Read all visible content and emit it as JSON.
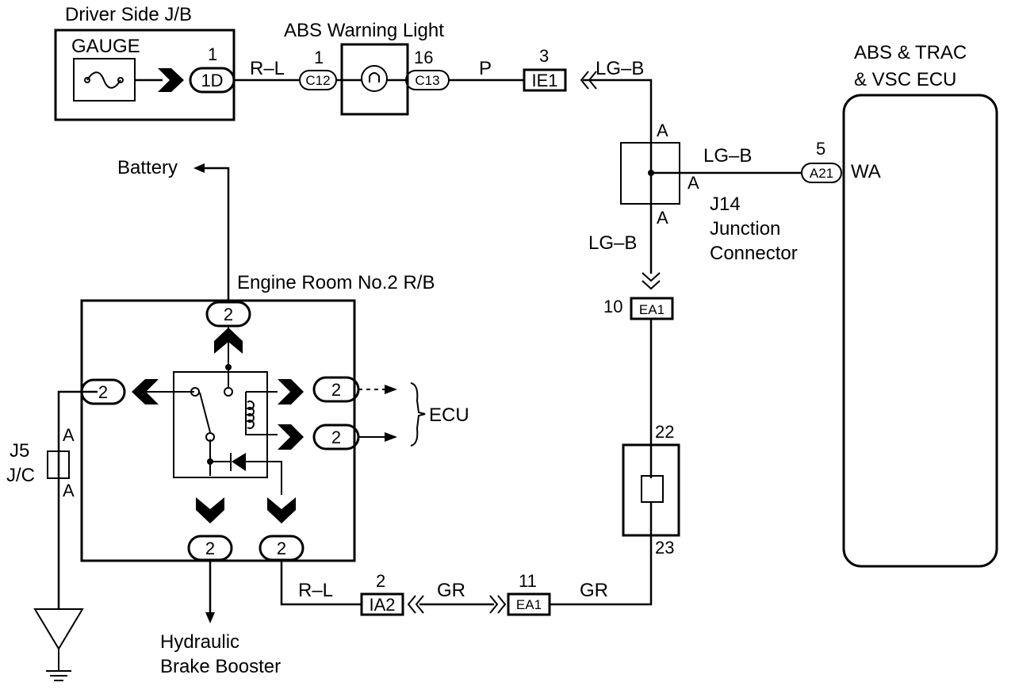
{
  "labels": {
    "driver_jb": "Driver Side J/B",
    "gauge": "GAUGE",
    "abs_warning": "ABS Warning Light",
    "ecu_title_1": "ABS & TRAC",
    "ecu_title_2": "& VSC ECU",
    "battery": "Battery",
    "engine_rb": "Engine Room No.2 R/B",
    "j14": "J14",
    "junction": "Junction",
    "connector": "Connector",
    "ecu": "ECU",
    "j5": "J5",
    "jc": "J/C",
    "hyd1": "Hydraulic",
    "hyd2": "Brake Booster",
    "wa": "WA"
  },
  "wires": {
    "rl_top": "R–L",
    "p": "P",
    "lgb_top": "LG–B",
    "lgb_mid": "LG–B",
    "lgb_vert": "LG–B",
    "rl_bot": "R–L",
    "gr_mid": "GR",
    "gr_right": "GR"
  },
  "pins": {
    "p1_1d": "1",
    "p1_c12": "1",
    "p16": "16",
    "p3": "3",
    "p5": "5",
    "j14_a_top": "A",
    "j14_a_right": "A",
    "j14_a_bot": "A",
    "p10": "10",
    "p22": "22",
    "p23": "23",
    "p2_ia2": "2",
    "p11": "11",
    "j5_a_top": "A",
    "j5_a_bot": "A"
  },
  "connectors": {
    "c_1d": "1D",
    "c12": "C12",
    "c13": "C13",
    "ie1": "IE1",
    "a21": "A21",
    "ea1_top": "EA1",
    "ia2": "IA2",
    "ea1_bot": "EA1",
    "rb_top": "2",
    "rb_left": "2",
    "rb_right1": "2",
    "rb_right2": "2",
    "rb_bot1": "2",
    "rb_bot2": "2"
  }
}
